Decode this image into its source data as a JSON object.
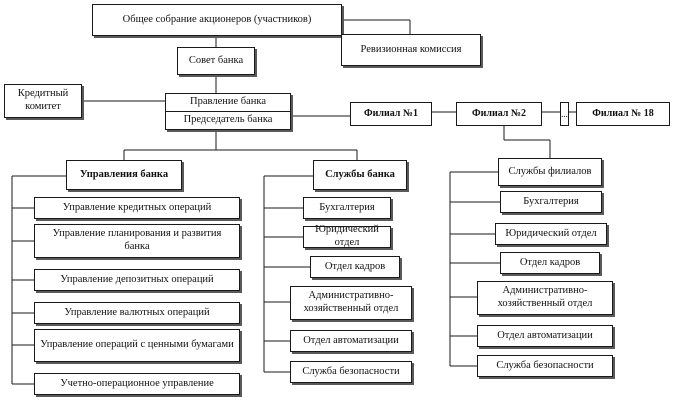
{
  "top": {
    "shareholders": "Общее собрание акционеров (участников)",
    "board": "Совет банка",
    "audit": "Ревизионная комиссия",
    "credit_committee": "Кредитный комитет",
    "management": "Правление банка",
    "chairman": "Председатель банка"
  },
  "branches": {
    "b1": "Филиал №1",
    "b2": "Филиал №2",
    "ellipsis": "...",
    "b18": "Филиал № 18"
  },
  "departments": {
    "title": "Управления банка",
    "items": [
      "Управление кредитных операций",
      "Управление планирования и развития банка",
      "Управление депозитных операций",
      "Управление валютных операций",
      "Управление операций с ценными бумагами",
      "Учетно-операционное управление"
    ]
  },
  "services": {
    "title": "Службы банка",
    "items": [
      "Бухгалтерия",
      "Юридический отдел",
      "Отдел кадров",
      "Административно-хозяйственный отдел",
      "Отдел автоматизации",
      "Служба безопасности"
    ]
  },
  "branch_services": {
    "title": "Службы филиалов",
    "items": [
      "Бухгалтерия",
      "Юридический отдел",
      "Отдел кадров",
      "Административно-хозяйственный отдел",
      "Отдел автоматизации",
      "Служба безопасности"
    ]
  }
}
